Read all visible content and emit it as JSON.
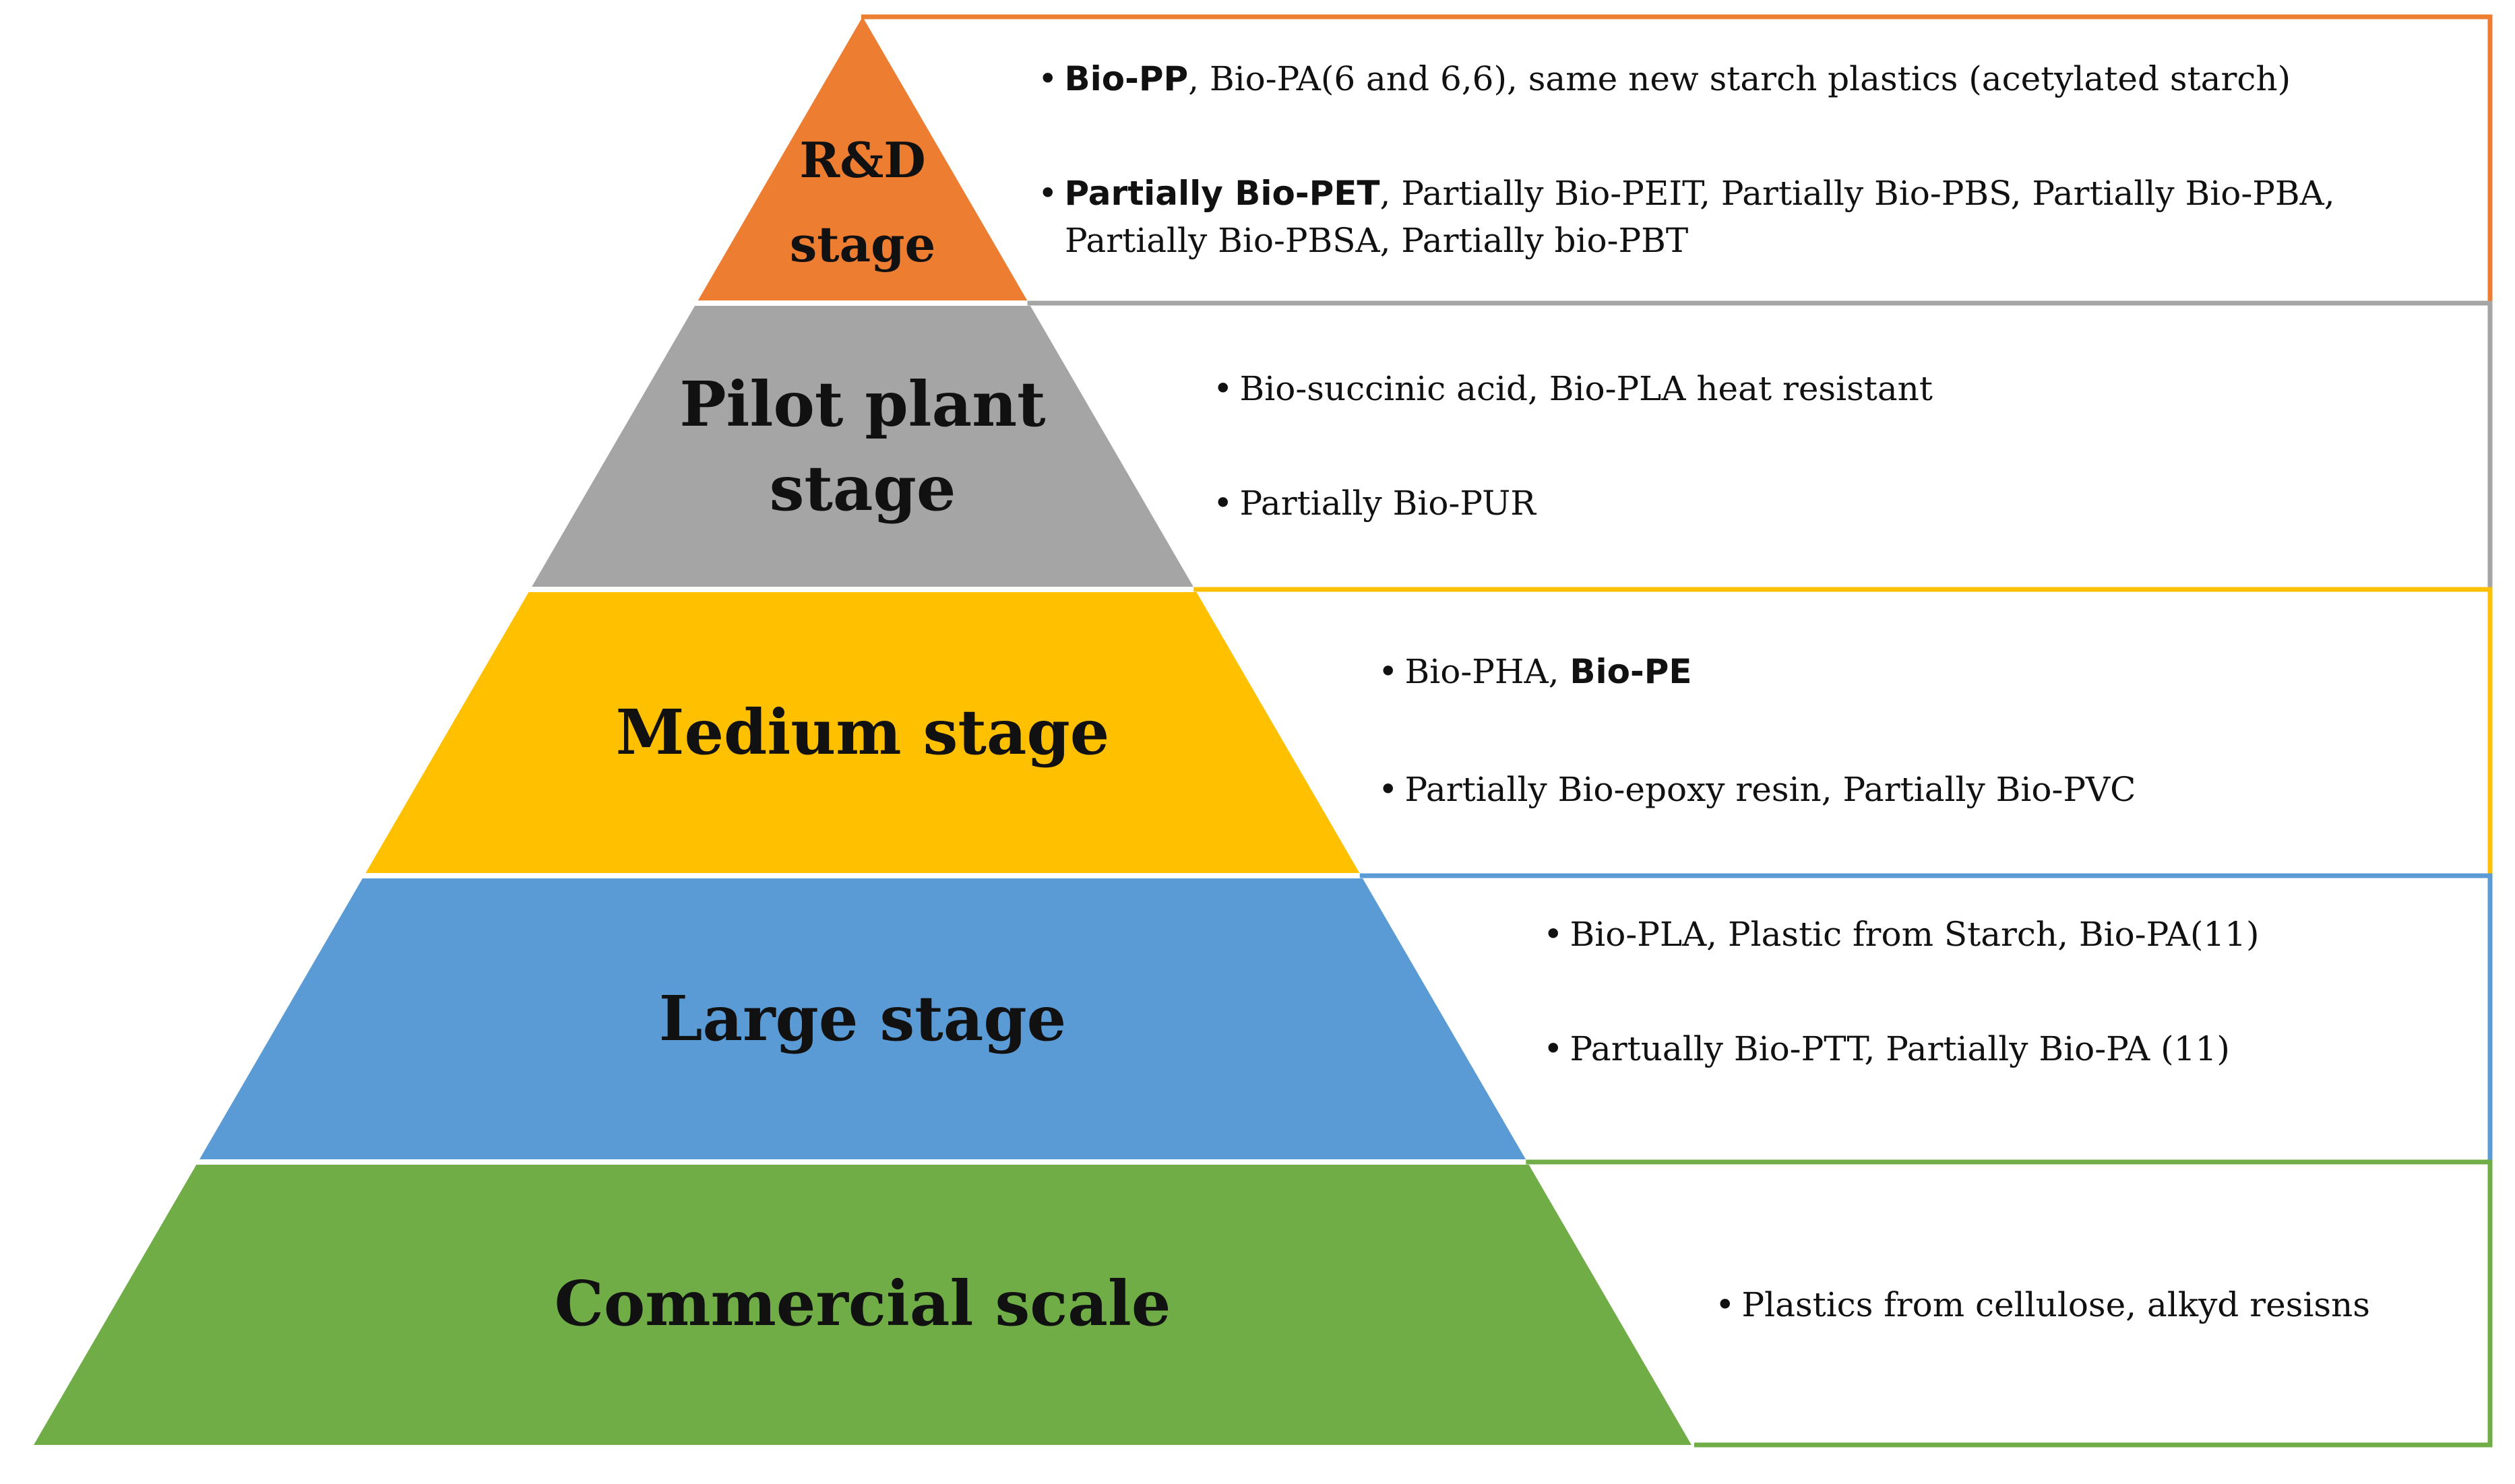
{
  "stages": [
    {
      "id": "rd",
      "label_lines": [
        "R&D",
        "stage"
      ],
      "color": "#ED7D31",
      "items": [
        [
          {
            "text": "Bio-PP",
            "bold": true
          },
          {
            "text": ", Bio-PA(6 and 6,6), same new starch plastics (acetylated starch)",
            "bold": false
          }
        ],
        [
          {
            "text": "Partially Bio-PET",
            "bold": true
          },
          {
            "text": ", Partially Bio-PEIT, Partially Bio-PBS, Partially Bio-PBA,",
            "bold": false
          }
        ],
        [
          {
            "text": "Partially Bio-PBSA, Partially bio-PBT",
            "bold": false
          }
        ]
      ]
    },
    {
      "id": "pilot",
      "label_lines": [
        "Pilot plant",
        "stage"
      ],
      "color": "#A5A5A5",
      "items": [
        [
          {
            "text": "Bio-succinic acid, Bio-PLA heat resistant",
            "bold": false
          }
        ],
        [
          {
            "text": "Partially Bio-PUR",
            "bold": false
          }
        ]
      ]
    },
    {
      "id": "medium",
      "label_lines": [
        "Medium stage"
      ],
      "color": "#FFC000",
      "items": [
        [
          {
            "text": "Bio-PHA, ",
            "bold": false
          },
          {
            "text": "Bio-PE",
            "bold": true
          }
        ],
        [
          {
            "text": "Partially Bio-epoxy resin, Partially Bio-PVC",
            "bold": false
          }
        ]
      ]
    },
    {
      "id": "large",
      "label_lines": [
        "Large stage"
      ],
      "color": "#5B9BD5",
      "items": [
        [
          {
            "text": "Bio-PLA, Plastic from Starch, Bio-PA(11)",
            "bold": false
          }
        ],
        [
          {
            "text": "Partually Bio-PTT, Partially Bio-PA (11)",
            "bold": false
          }
        ]
      ]
    },
    {
      "id": "commercial",
      "label_lines": [
        "Commercial scale"
      ],
      "color": "#70AD47",
      "items": [
        [
          {
            "text": "Plastics from cellulose, alkyd resisns",
            "bold": false
          }
        ]
      ]
    }
  ]
}
